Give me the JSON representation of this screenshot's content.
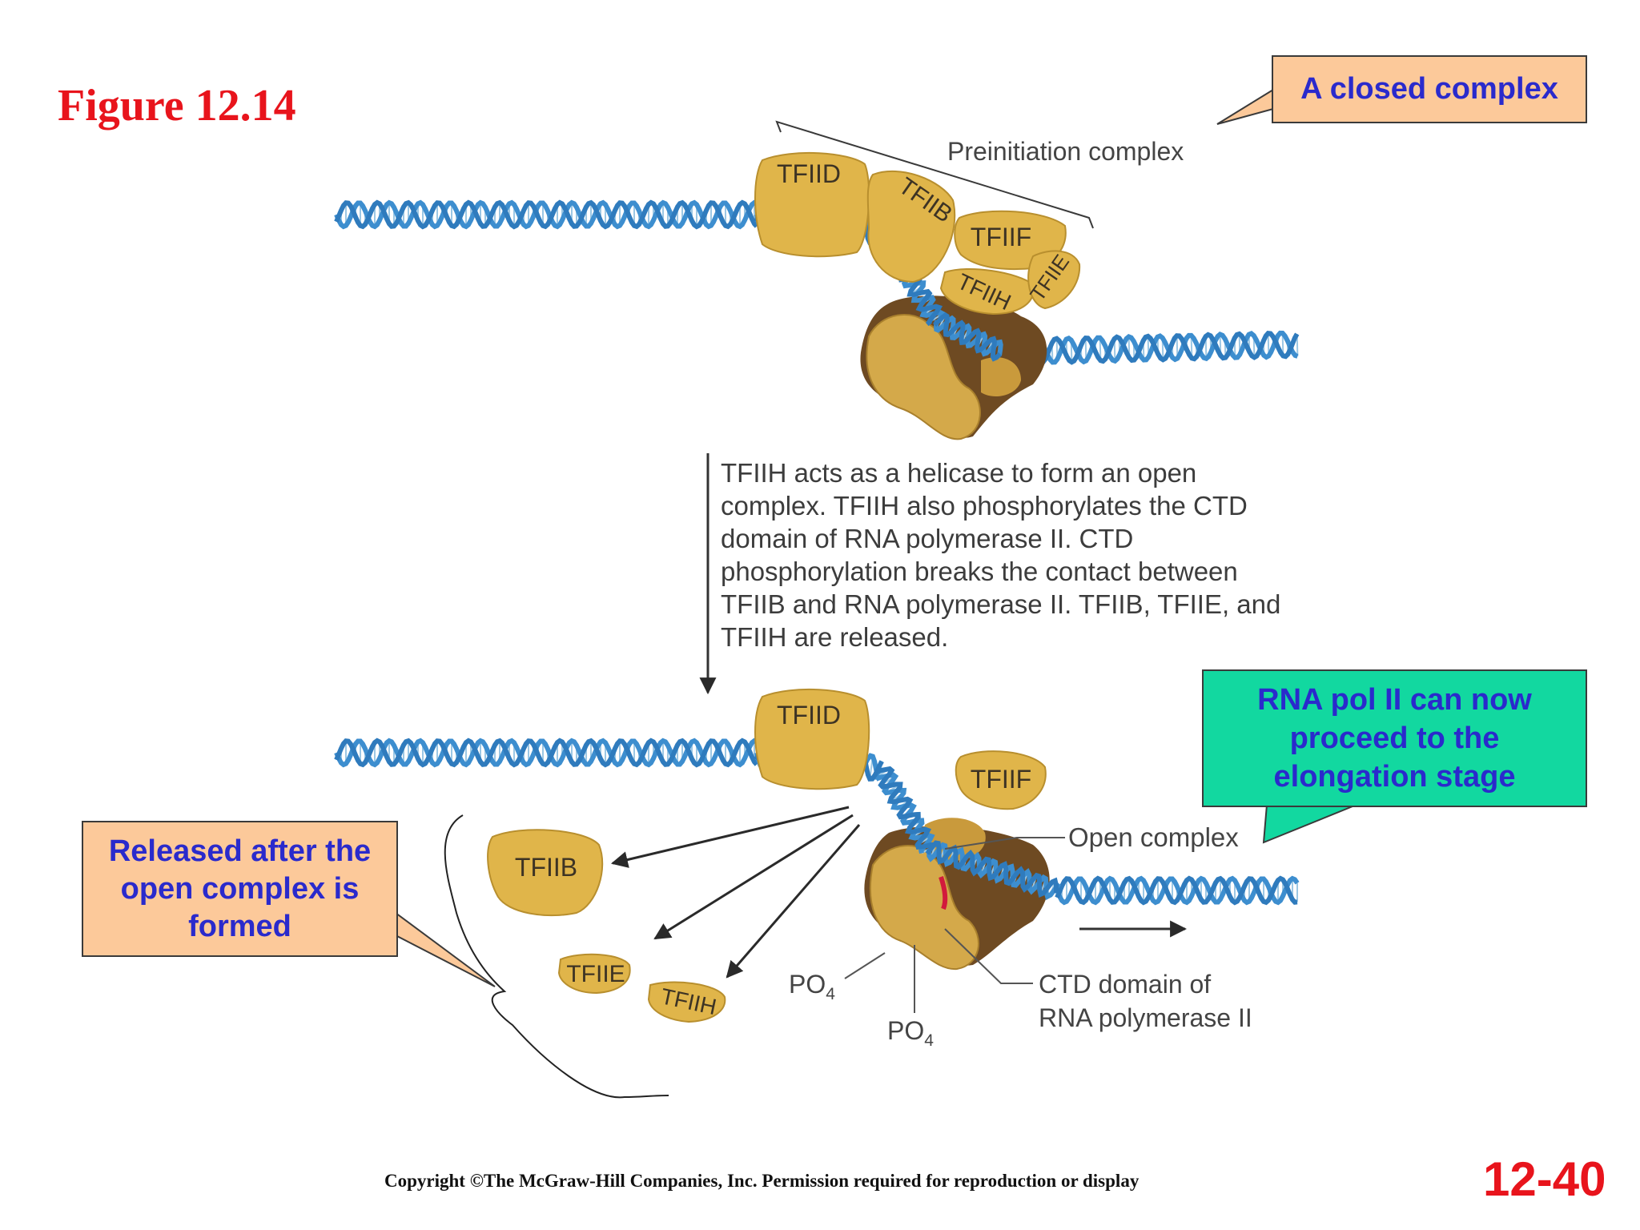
{
  "figure_label": "Figure 12.14",
  "callouts": {
    "closed_complex": "A closed complex",
    "released": "Released after the open complex is formed",
    "elongation": "RNA pol II can now proceed to the elongation stage"
  },
  "top_panel": {
    "bracket_label": "Preinitiation complex",
    "factors": [
      "TFIID",
      "TFIIB",
      "TFIIF",
      "TFIIH",
      "TFIIE"
    ]
  },
  "arrow_caption": "TFIIH acts as a helicase to form an open complex. TFIIH also phosphorylates the CTD domain of RNA polymerase II. CTD phosphorylation breaks the contact between TFIIB and RNA polymerase II. TFIIB, TFIIE, and TFIIH are released.",
  "bottom_panel": {
    "factors_bound": [
      "TFIID",
      "TFIIF"
    ],
    "factors_released": [
      "TFIIB",
      "TFIIE",
      "TFIIH"
    ],
    "open_complex_label": "Open complex",
    "ctd_label_line1": "CTD domain of",
    "ctd_label_line2": "RNA polymerase II",
    "po4_label_base": "PO",
    "po4_label_sub": "4"
  },
  "footer": {
    "copyright": "Copyright ©The McGraw-Hill Companies, Inc. Permission required for reproduction or display",
    "slide_number": "12-40"
  },
  "colors": {
    "title_red": "#e8141c",
    "callout_text_blue": "#2a2acc",
    "callout_orange": "#fcc99a",
    "callout_green": "#12d8a0",
    "protein_gold": "#e0b54a",
    "polymerase_brown": "#6e4a22",
    "dna_blue": "#3d8ecf"
  }
}
